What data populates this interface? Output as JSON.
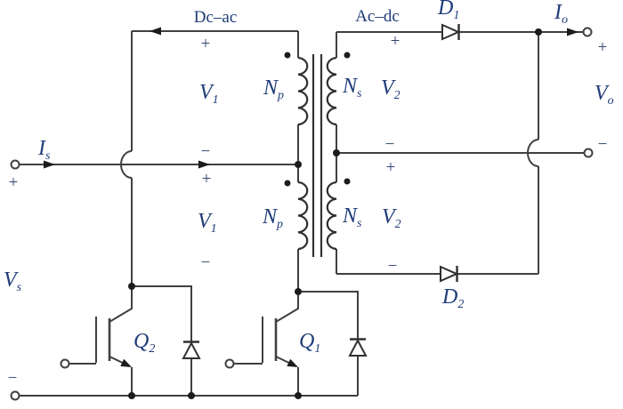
{
  "diagram": "push-pull dc-dc converter schematic",
  "colors": {
    "wire": "#404040",
    "label": "#1e3c78",
    "sign": "#2e4470",
    "dot": "#1c1c1c",
    "background": "#ffffff"
  },
  "labels": {
    "dc_ac": {
      "text": "Dc–ac"
    },
    "ac_dc": {
      "text": "Ac–dc"
    },
    "d1": {
      "text": "D",
      "sub": "1"
    },
    "d2": {
      "text": "D",
      "sub": "2"
    },
    "q1": {
      "text": "Q",
      "sub": "1"
    },
    "q2": {
      "text": "Q",
      "sub": "2"
    },
    "io": {
      "text": "I",
      "sub": "o"
    },
    "vo": {
      "text": "V",
      "sub": "o"
    },
    "is": {
      "text": "I",
      "sub": "s"
    },
    "vs": {
      "text": "V",
      "sub": "s"
    },
    "v1_top": {
      "text": "V",
      "sub": "1"
    },
    "v1_bottom": {
      "text": "V",
      "sub": "1"
    },
    "v2_top": {
      "text": "V",
      "sub": "2"
    },
    "v2_bottom": {
      "text": "V",
      "sub": "2"
    },
    "np_top": {
      "text": "N",
      "sub": "p"
    },
    "np_bottom": {
      "text": "N",
      "sub": "p"
    },
    "ns_top": {
      "text": "N",
      "sub": "s"
    },
    "ns_bottom": {
      "text": "N",
      "sub": "s"
    }
  },
  "signs": {
    "plus": "+",
    "minus": "−"
  }
}
